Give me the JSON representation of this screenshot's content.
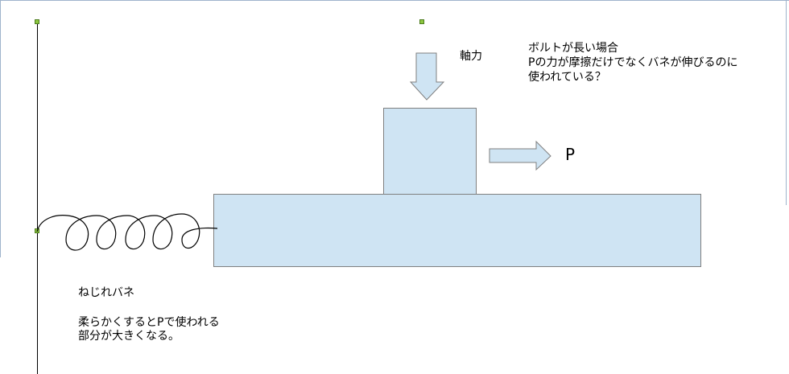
{
  "labels": {
    "axial_force": "軸力",
    "note_line1": "ボルトが長い場合",
    "note_line2": "Pの力が摩擦だけでなくバネが伸びるのに",
    "note_line3": "使われている？",
    "force_p": "P",
    "spring_title": "ねじれバネ",
    "spring_note_line1": "柔らかくするとPで使われる",
    "spring_note_line2": "部分が大きくなる。"
  },
  "colors": {
    "block_fill": "#cfe4f3",
    "block_border": "#7f7f7f",
    "handle": "#8cc63f"
  }
}
